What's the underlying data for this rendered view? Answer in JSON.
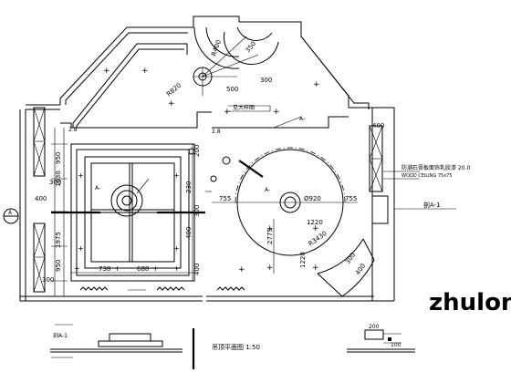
{
  "plan": {
    "sheet_title": "吊顶平面图 1:50",
    "labels": {
      "cabinet_note": "防潮石膏板面饰乳胶漆 20.0",
      "cabinet_note2": "WOOD CEILING 75x75",
      "section_mark": "剖A-1",
      "detail_mark": "详A-",
      "callout_top": "见大样图",
      "center_mark": "A-",
      "left_mark": "A-",
      "small_mark": "A-",
      "ref_top": "剖A-",
      "left_bubble": "A",
      "level_mark_left": "2.8",
      "level_mark_right": "2.8",
      "bottom_ref": "剖A-1"
    },
    "dimensions": {
      "d_300_left": "300",
      "d_950_upper": "950",
      "d_1030": "1030",
      "d_400_left": "400",
      "d_950_lower": "950",
      "d_1975": "1975",
      "d_300_bottom": "300",
      "d_738": "738",
      "d_688": "688",
      "d_400_right_a": "400",
      "d_200_a": "200",
      "d_230": "230",
      "d_300_mid": "300",
      "d_400_mid": "400",
      "d_755_left": "755",
      "d_6920": "Ø920",
      "d_755_right": "755",
      "d_1220": "1220",
      "d_2775": "2775",
      "d_1220_b": "1220",
      "d_r3430": "R3430",
      "d_300_r": "300",
      "d_400_r": "400",
      "d_r820": "R820",
      "d_r400": "R400",
      "d_500": "500",
      "d_350": "350",
      "d_300_top": "300",
      "d_400_top": "400",
      "d_100_sec": "100",
      "d_200_sec": "200"
    },
    "watermark": "zhulong"
  }
}
